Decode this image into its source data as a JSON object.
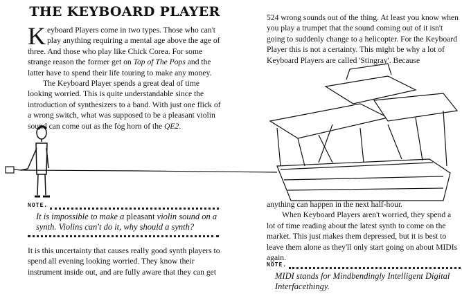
{
  "title": "THE KEYBOARD PLAYER",
  "left": {
    "p1_cap": "K",
    "p1_a": "eyboard Players come in two types. Those who can't play anything requiring a mental age above the age of three. And those who play like Chick Corea. For some strange reason the former get on ",
    "p1_i": "Top of The Pops",
    "p1_b": " and the latter have to spend their life touring to make any money.",
    "p2_a": "The Keyboard Player spends a great deal of time looking worried. This is quite understandable since the introduction of synthesizers to a band. With just one flick of a wrong switch, what was supposed to be a pleasant violin sound can come out as the fog horn of the ",
    "p2_i": "QE2",
    "p2_b": ".",
    "note_label": "NOTE.",
    "note_a": "It is impossible to make a ",
    "note_b": "pleasant",
    "note_c": " violin sound on a synth. Violins can't do it, why should a synth?",
    "p3": "It is this uncertainty that causes really good synth players to spend all evening looking worried. They know their instrument inside out, and are fully aware that they can get"
  },
  "right": {
    "p1": "524 wrong sounds out of the thing. At least you know when you play a trumpet that the sound coming out of it isn't going to suddenly change to a helicopter. For the Keyboard Player this is not a certainty. This might be why a lot of Keyboard Players are called 'Stingray'. Because",
    "p2": "anything can happen in the next half-hour.",
    "p3": "When Keyboard Players aren't worried, they spend a lot of time reading about the latest synth to come on the market. This just makes them depressed, but it is best to leave them alone as they'll only start going on about MIDIs again.",
    "note_label": "NOTE.",
    "note": "MIDI stands for Mindbendingly Intelligent Digital Interfacethingy."
  }
}
